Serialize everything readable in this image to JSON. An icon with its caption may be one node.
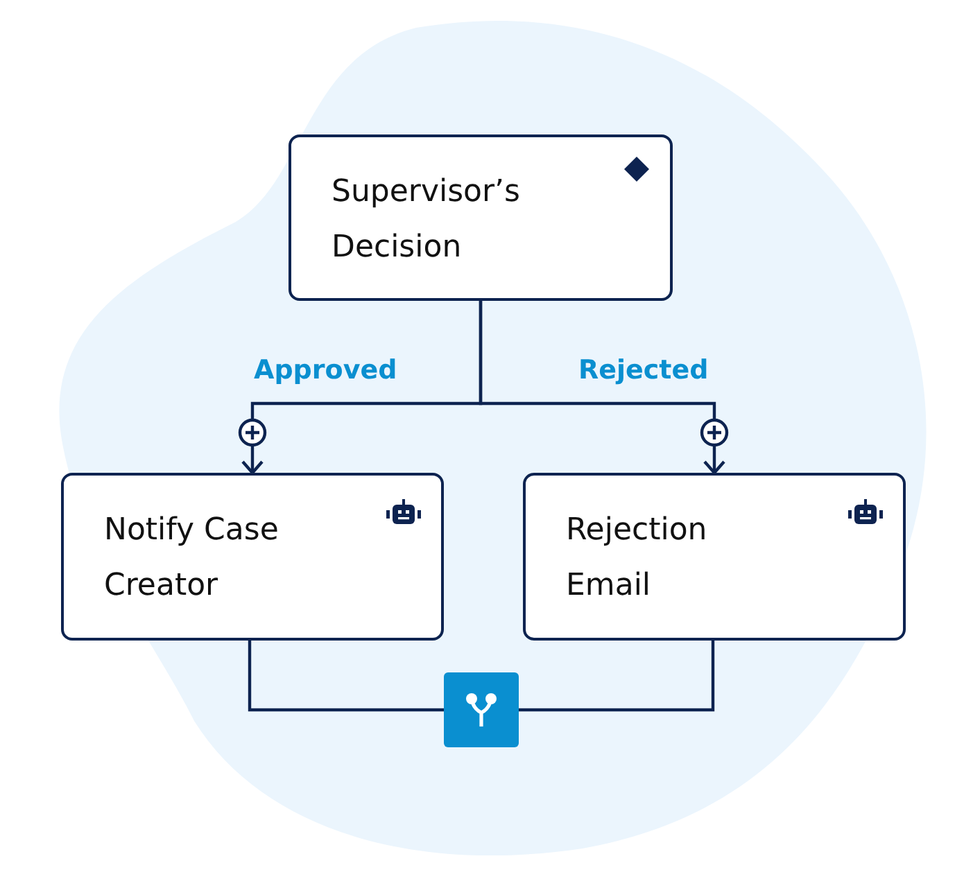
{
  "diagram": {
    "nodes": [
      {
        "text": [
          "Supervisor’s Decision"
        ]
      },
      {
        "text": [
          "Notify Case Creator"
        ]
      },
      {
        "text": [
          "Rejection Email"
        ]
      },
      {
        "text": [],
        "shape": "box"
      }
    ],
    "edges": [
      {
        "from": 0,
        "to": 1,
        "arrow": "to",
        "label": "Approved"
      },
      {
        "from": 0,
        "to": 2,
        "arrow": "to",
        "label": "Rejected"
      },
      {
        "from": 1,
        "to": 3,
        "arrow": "none"
      },
      {
        "from": 2,
        "to": 3,
        "arrow": "none"
      }
    ]
  }
}
